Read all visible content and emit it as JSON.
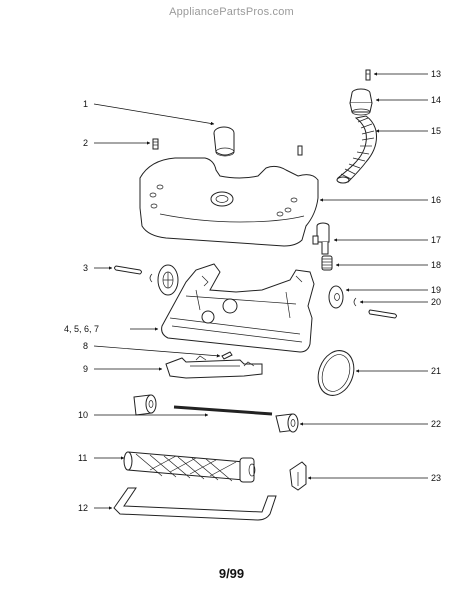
{
  "watermark": "AppliancePartsPros.com",
  "footer": "9/99",
  "callouts": {
    "c1": "1",
    "c2": "2",
    "c3": "3",
    "c4567": "4, 5, 6, 7",
    "c8": "8",
    "c9": "9",
    "c10": "10",
    "c11": "11",
    "c12": "12",
    "c13": "13",
    "c14": "14",
    "c15": "15",
    "c16": "16",
    "c17": "17",
    "c18": "18",
    "c19": "19",
    "c20": "20",
    "c21": "21",
    "c22": "22",
    "c23": "23"
  }
}
